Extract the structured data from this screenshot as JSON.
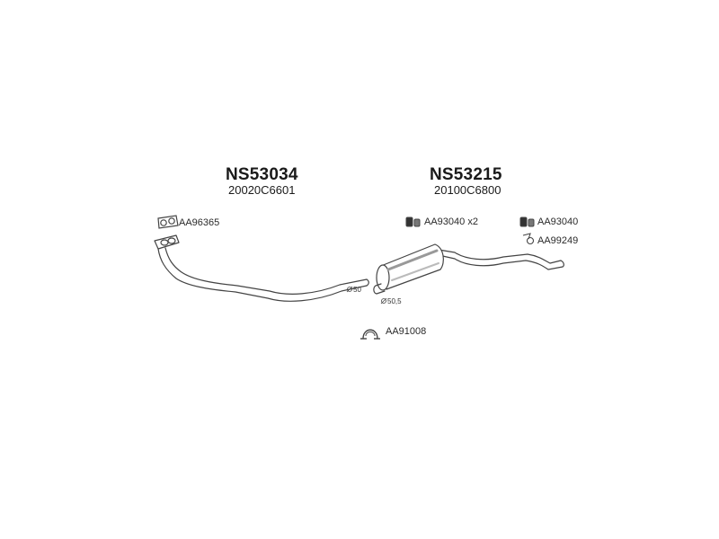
{
  "assemblies": [
    {
      "part_number": "NS53034",
      "reference": "20020C6601"
    },
    {
      "part_number": "NS53215",
      "reference": "20100C6800"
    }
  ],
  "parts": {
    "gasket_front": {
      "code": "AA96365",
      "icon": "gasket-icon"
    },
    "mount_pair": {
      "code": "AA93040 x2",
      "icon": "rubber-mount-icon"
    },
    "mount_single": {
      "code": "AA93040",
      "icon": "rubber-mount-icon"
    },
    "hanger": {
      "code": "AA99249",
      "icon": "hanger-icon"
    },
    "clamp": {
      "code": "AA91008",
      "icon": "clamp-icon"
    }
  },
  "dimensions": {
    "front_pipe_diameter": "50",
    "silencer_inlet_diameter": "50,5"
  },
  "colors": {
    "line": "#444444",
    "fill": "#ffffff",
    "shade": "#888888"
  }
}
